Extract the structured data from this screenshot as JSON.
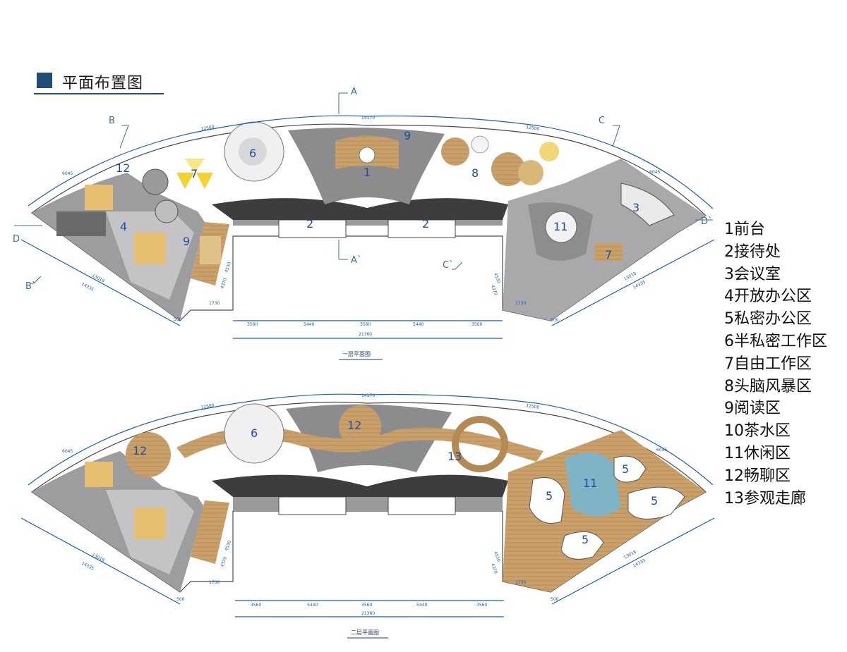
{
  "header": {
    "title": "平面布置图"
  },
  "legend": {
    "items": [
      "1前台",
      "2接待处",
      "3会议室",
      "4开放办公区",
      "5私密办公区",
      "6半私密工作区",
      "7自由工作区",
      "8头脑风暴区",
      "9阅读区",
      "10茶水区",
      "11休闲区",
      "12畅聊区",
      "13参观走廊"
    ]
  },
  "floors": [
    {
      "caption": "一层平面图",
      "section_marks": [
        "A",
        "A`",
        "B",
        "B`",
        "C",
        "C`",
        "D",
        "D`"
      ],
      "dims_top": [
        "12500",
        "14170",
        "12500"
      ],
      "dims_side": [
        "6045",
        "6045"
      ],
      "dims_bottom": [
        "3560",
        "5440",
        "3560",
        "5440",
        "3560"
      ],
      "dim_bottom_total": "21360",
      "dims_arm": [
        "13018",
        "14335",
        "4530",
        "4370",
        "1730",
        "500"
      ],
      "zones": [
        "1",
        "2",
        "2",
        "3",
        "4",
        "6",
        "7",
        "7",
        "8",
        "9",
        "9",
        "11",
        "12"
      ]
    },
    {
      "caption": "二层平面图",
      "dims_top": [
        "12500",
        "14170",
        "12500"
      ],
      "dims_side": [
        "6045",
        "6045"
      ],
      "dims_bottom": [
        "3560",
        "5440",
        "3560",
        "5440",
        "3560"
      ],
      "dim_bottom_total": "21360",
      "dims_arm": [
        "13018",
        "14335",
        "4530",
        "4370",
        "1730",
        "500"
      ],
      "zones": [
        "12",
        "6",
        "12",
        "13",
        "11",
        "5",
        "5",
        "5",
        "5"
      ]
    }
  ],
  "colors": {
    "accent": "#1f4e78",
    "dim_line": "#1a5fb4",
    "grey_dark": "#5a5a5c",
    "grey_mid": "#8c8c8e",
    "grey_light": "#c9c9cb",
    "wood": "#c9a06a",
    "yellow": "#f2d330",
    "teal": "#7fb3c6"
  }
}
